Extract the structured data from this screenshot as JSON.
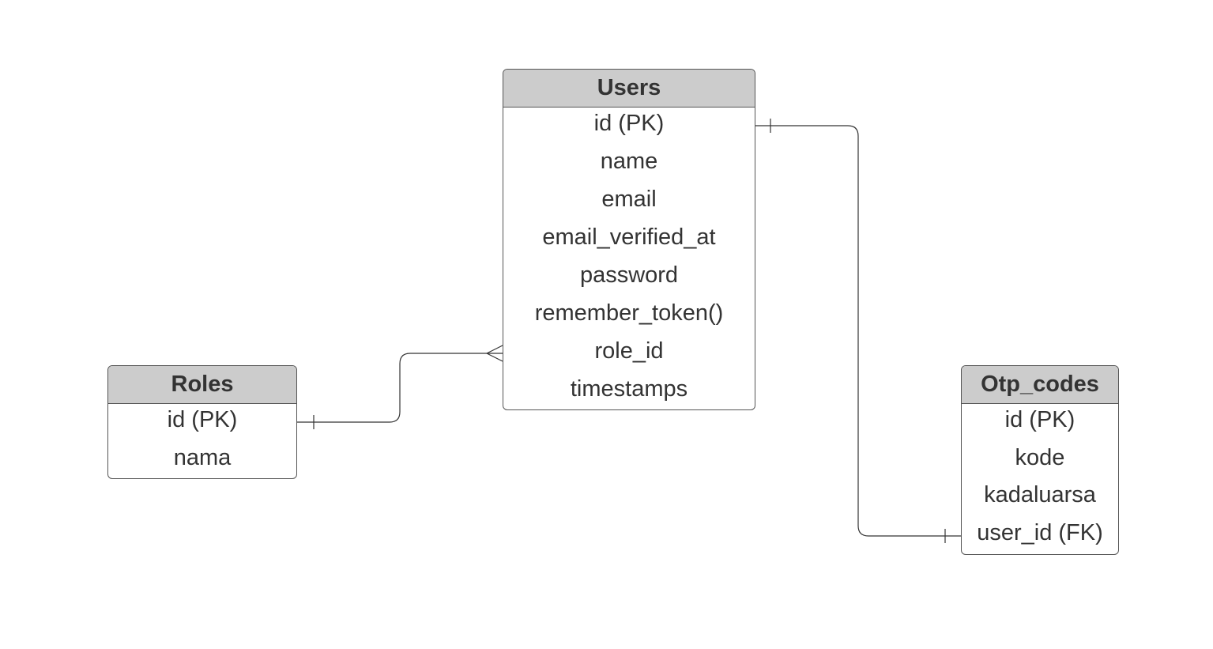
{
  "diagram": {
    "entities": [
      {
        "key": "users",
        "title": "Users",
        "fields": [
          "id (PK)",
          "name",
          "email",
          "email_verified_at",
          "password",
          "remember_token()",
          "role_id",
          "timestamps"
        ]
      },
      {
        "key": "roles",
        "title": "Roles",
        "fields": [
          "id (PK)",
          "nama"
        ]
      },
      {
        "key": "otp_codes",
        "title": "Otp_codes",
        "fields": [
          "id (PK)",
          "kode",
          "kadaluarsa",
          "user_id (FK)"
        ]
      }
    ],
    "relationships": [
      {
        "from": "roles.id (PK)",
        "from_cardinality": "one",
        "to": "users.role_id",
        "to_cardinality": "many"
      },
      {
        "from": "users.id (PK)",
        "from_cardinality": "one",
        "to": "otp_codes.user_id (FK)",
        "to_cardinality": "one"
      }
    ],
    "colors": {
      "header_fill": "#cccccc",
      "border": "#555555",
      "text": "#333333",
      "line": "#333333"
    }
  }
}
